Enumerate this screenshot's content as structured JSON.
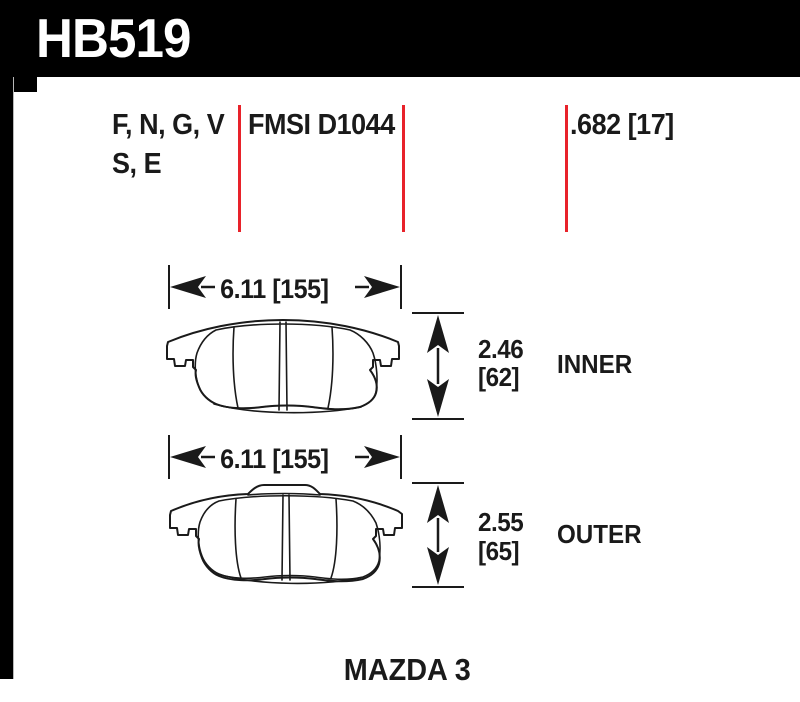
{
  "header": {
    "part_number": "HB519"
  },
  "spec_row": {
    "compounds_line1": "F, N, G, V",
    "compounds_line2": "S, E",
    "fmsi": "FMSI D1044",
    "thickness": ".682 [17]"
  },
  "pads": [
    {
      "position_label": "INNER",
      "width_in_mm": "6.11 [155]",
      "height_in": "2.46",
      "height_mm": "[62]"
    },
    {
      "position_label": "OUTER",
      "width_in_mm": "6.11 [155]",
      "height_in": "2.55",
      "height_mm": "[65]"
    }
  ],
  "footer": {
    "vehicle": "MAZDA 3"
  },
  "colors": {
    "accent_red": "#e8222a",
    "ink": "#1a1a1a",
    "header_bg": "#000000",
    "header_fg": "#ffffff"
  }
}
